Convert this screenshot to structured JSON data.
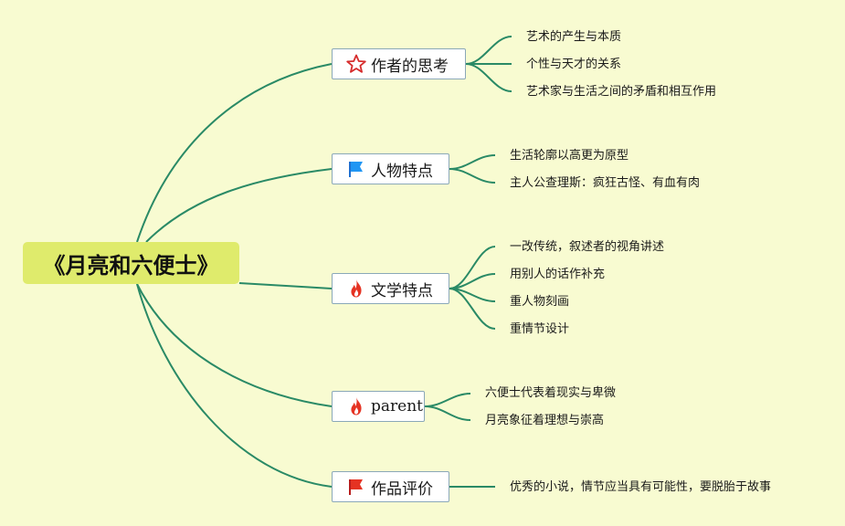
{
  "root": {
    "label": "《月亮和六便士》"
  },
  "branches": [
    {
      "label": "作者的思考",
      "icon": "star-icon",
      "items": [
        "艺术的产生与本质",
        "个性与天才的关系",
        "艺术家与生活之间的矛盾和相互作用"
      ]
    },
    {
      "label": "人物特点",
      "icon": "blue-flag-icon",
      "items": [
        "生活轮廓以高更为原型",
        "主人公查理斯：疯狂古怪、有血有肉"
      ]
    },
    {
      "label": "文学特点",
      "icon": "fire-icon",
      "items": [
        "一改传统，叙述者的视角讲述",
        "用别人的话作补充",
        "重人物刻画",
        "重情节设计"
      ]
    },
    {
      "label": "parent",
      "icon": "fire-icon",
      "items": [
        "六便士代表着现实与卑微",
        "月亮象征着理想与崇高"
      ]
    },
    {
      "label": "作品评价",
      "icon": "red-flag-icon",
      "items": [
        "优秀的小说，情节应当具有可能性，要脱胎于故事"
      ]
    }
  ],
  "colors": {
    "background": "#f8fbd1",
    "root_fill": "#dfeb6c",
    "edge": "#2a8a66",
    "topic_border": "#8aa8b8"
  }
}
